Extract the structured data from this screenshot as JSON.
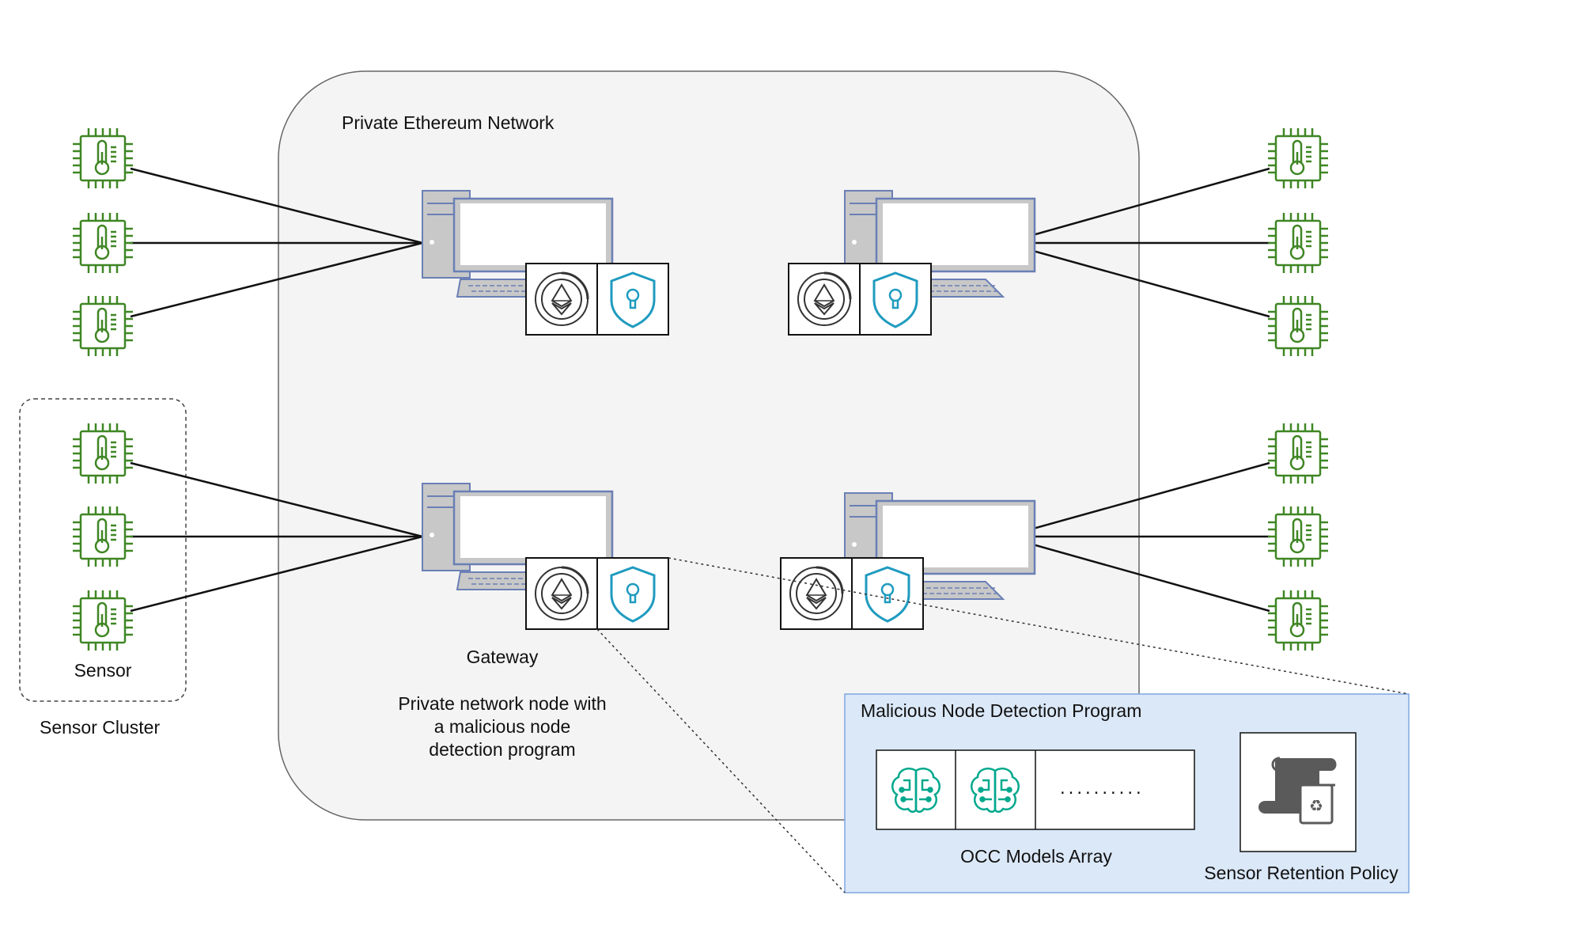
{
  "network": {
    "title": "Private Ethereum Network"
  },
  "sensor_cluster": {
    "sensor_label": "Sensor",
    "cluster_label": "Sensor Cluster"
  },
  "gateway": {
    "label": "Gateway",
    "description": "Private network node with a malicious node detection program"
  },
  "detection_program": {
    "title": "Malicious Node Detection Program",
    "models_array_label": "OCC Models Array",
    "ellipsis": "..........",
    "retention_label": "Sensor Retention Policy"
  },
  "colors": {
    "sensor_green": "#3f8624",
    "computer_gray": "#c8c8c8",
    "computer_blue": "#6a7fb5",
    "shield_teal": "#1f9bbf",
    "ml_teal": "#01a88d",
    "network_bg": "#f4f4f4",
    "program_bg": "#dbe8f8",
    "program_border": "#7ea6e0"
  },
  "icons": [
    "sensor-chip-icon",
    "computer-icon",
    "ethereum-icon",
    "shield-lock-icon",
    "ml-brain-icon",
    "retention-scroll-icon"
  ]
}
